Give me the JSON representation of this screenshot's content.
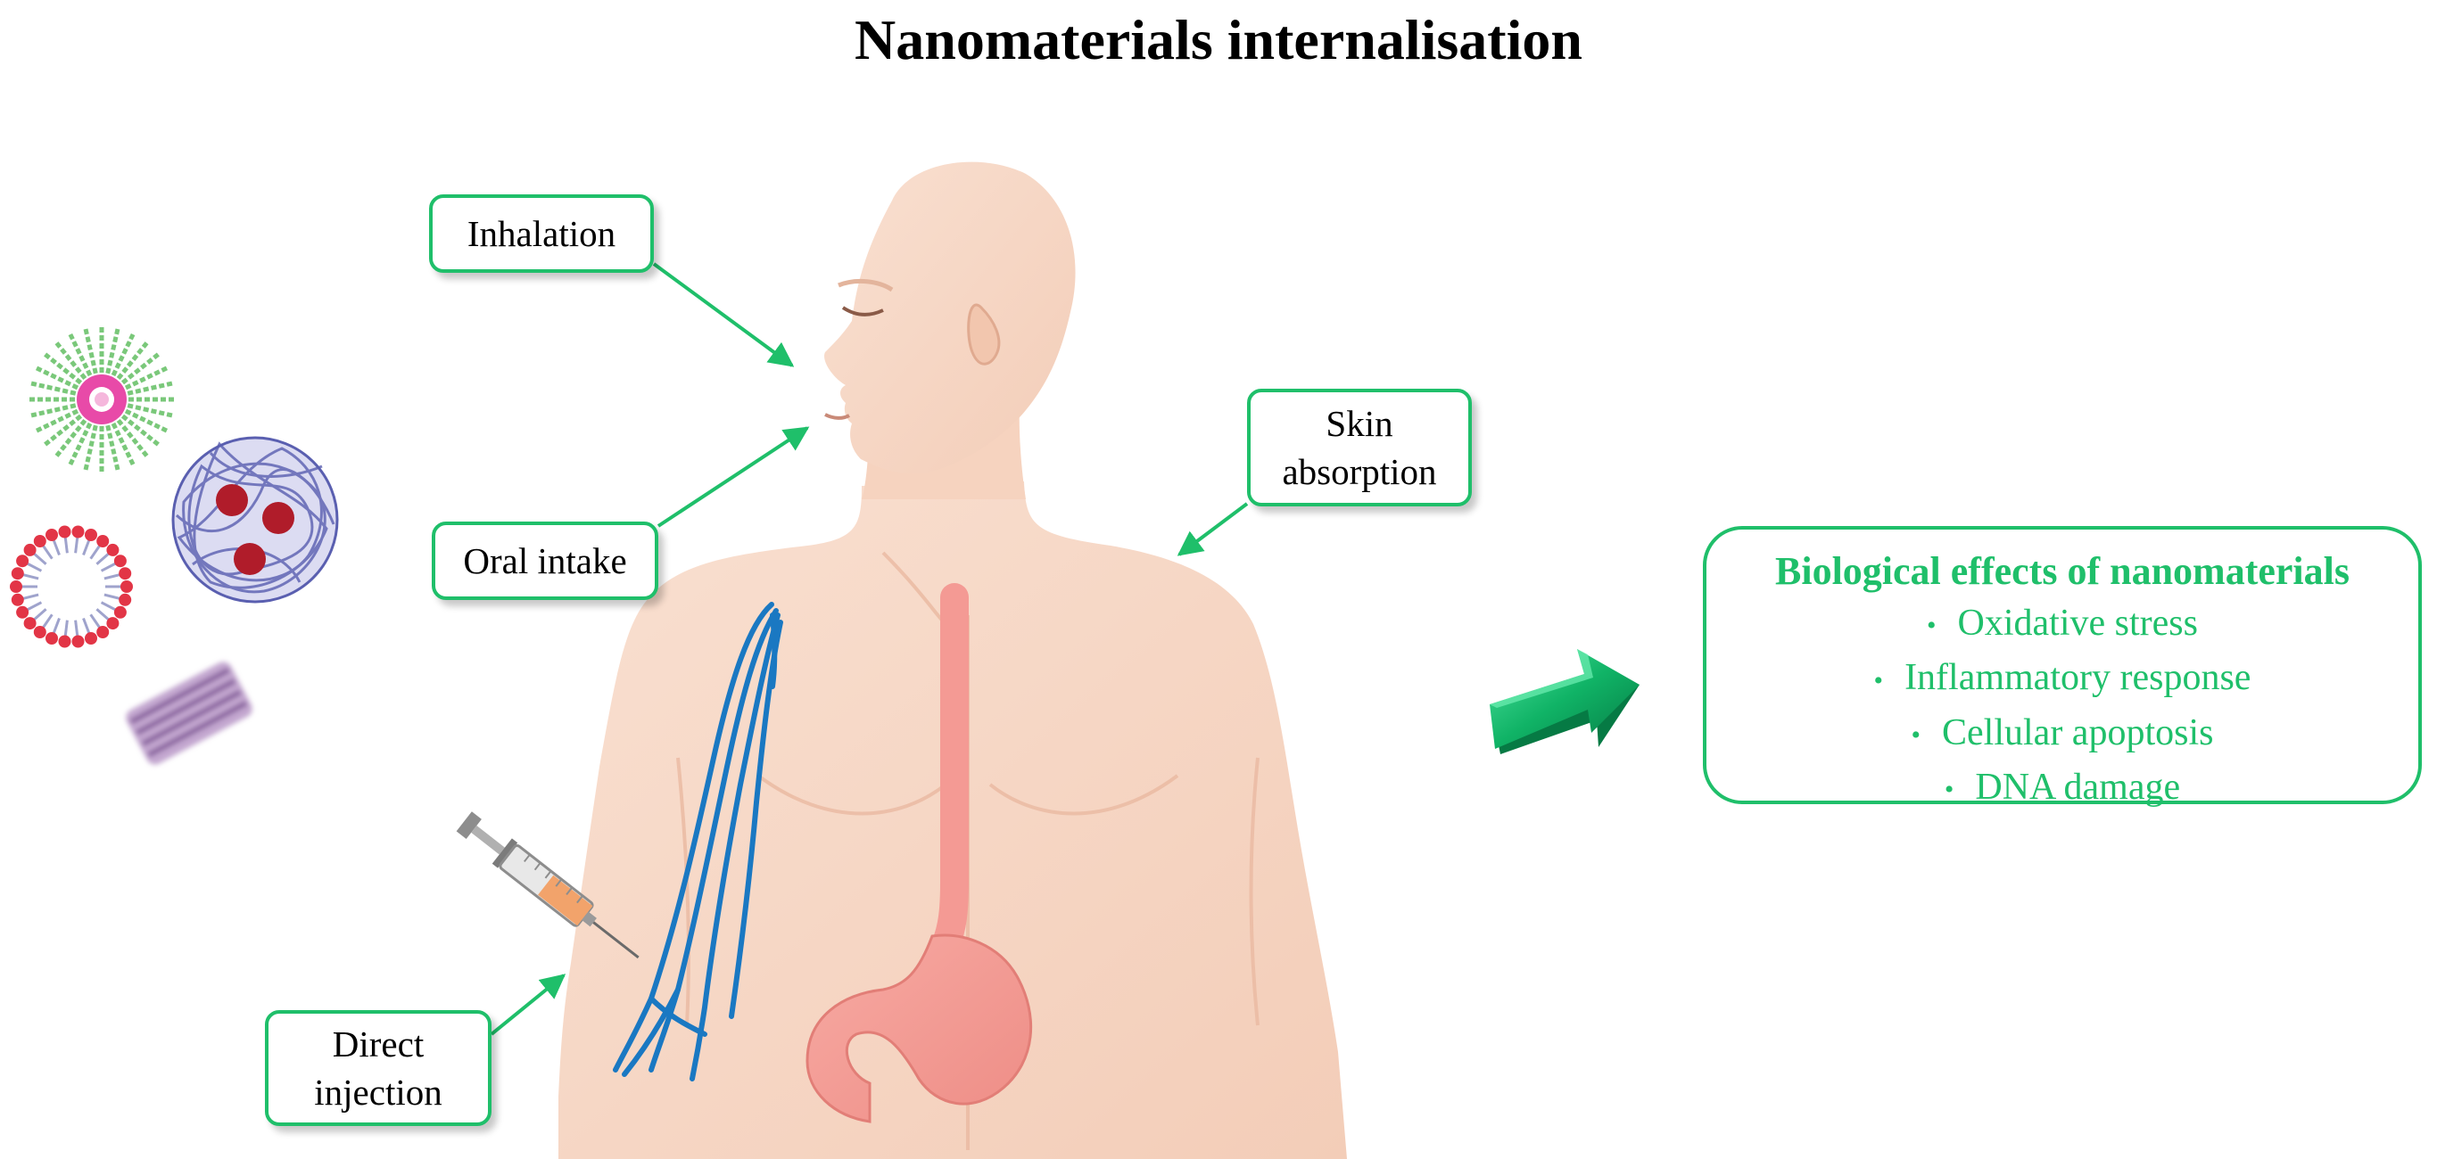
{
  "title": "Nanomaterials internalisation",
  "routes": {
    "inhalation": "Inhalation",
    "oral_intake": "Oral intake",
    "skin_absorption": [
      "Skin",
      "absorption"
    ],
    "direct_injection": [
      "Direct",
      "injection"
    ]
  },
  "effects": {
    "title": "Biological effects of  nanomaterials",
    "items": [
      "Oxidative stress",
      "Inflammatory response",
      "Cellular apoptosis",
      "DNA damage"
    ],
    "bullet": "•"
  },
  "colors": {
    "accent_green": "#1fbf6a",
    "skin": "#f7d9c8",
    "skin_shadow": "#f2c9b3",
    "vein_blue": "#1a78c2",
    "esophagus_pink": "#f49a94",
    "title_black": "#000000"
  },
  "icons": [
    "micelle-icon",
    "polymer-nanoparticle-icon",
    "liposome-icon",
    "nanotube-icon",
    "syringe-icon",
    "human-body-icon",
    "stomach-icon",
    "big-arrow-icon"
  ]
}
